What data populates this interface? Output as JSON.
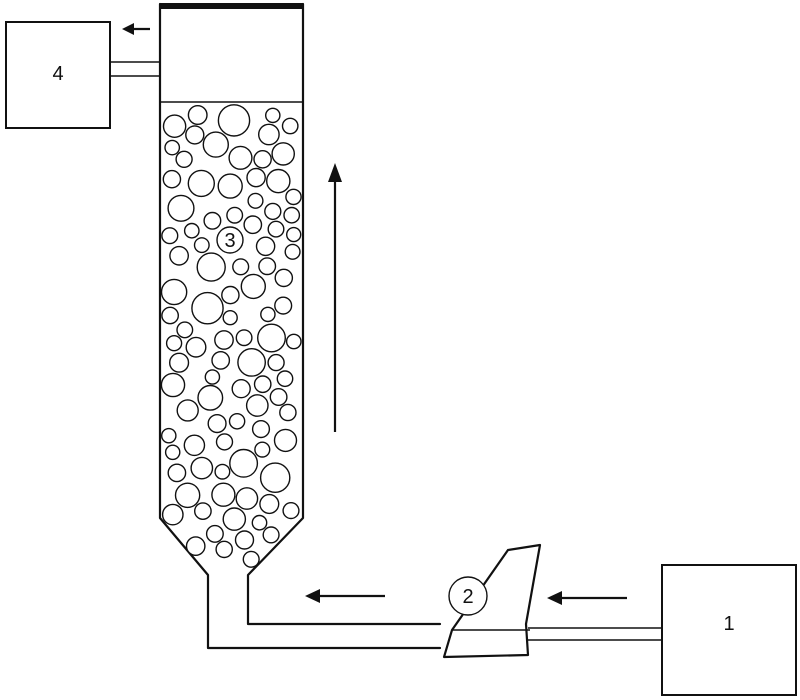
{
  "labels": {
    "feed_tank": "1",
    "pump": "2",
    "packed_column": "3",
    "outlet_tank": "4"
  },
  "colors": {
    "ink": "#111111",
    "background": "#ffffff"
  }
}
